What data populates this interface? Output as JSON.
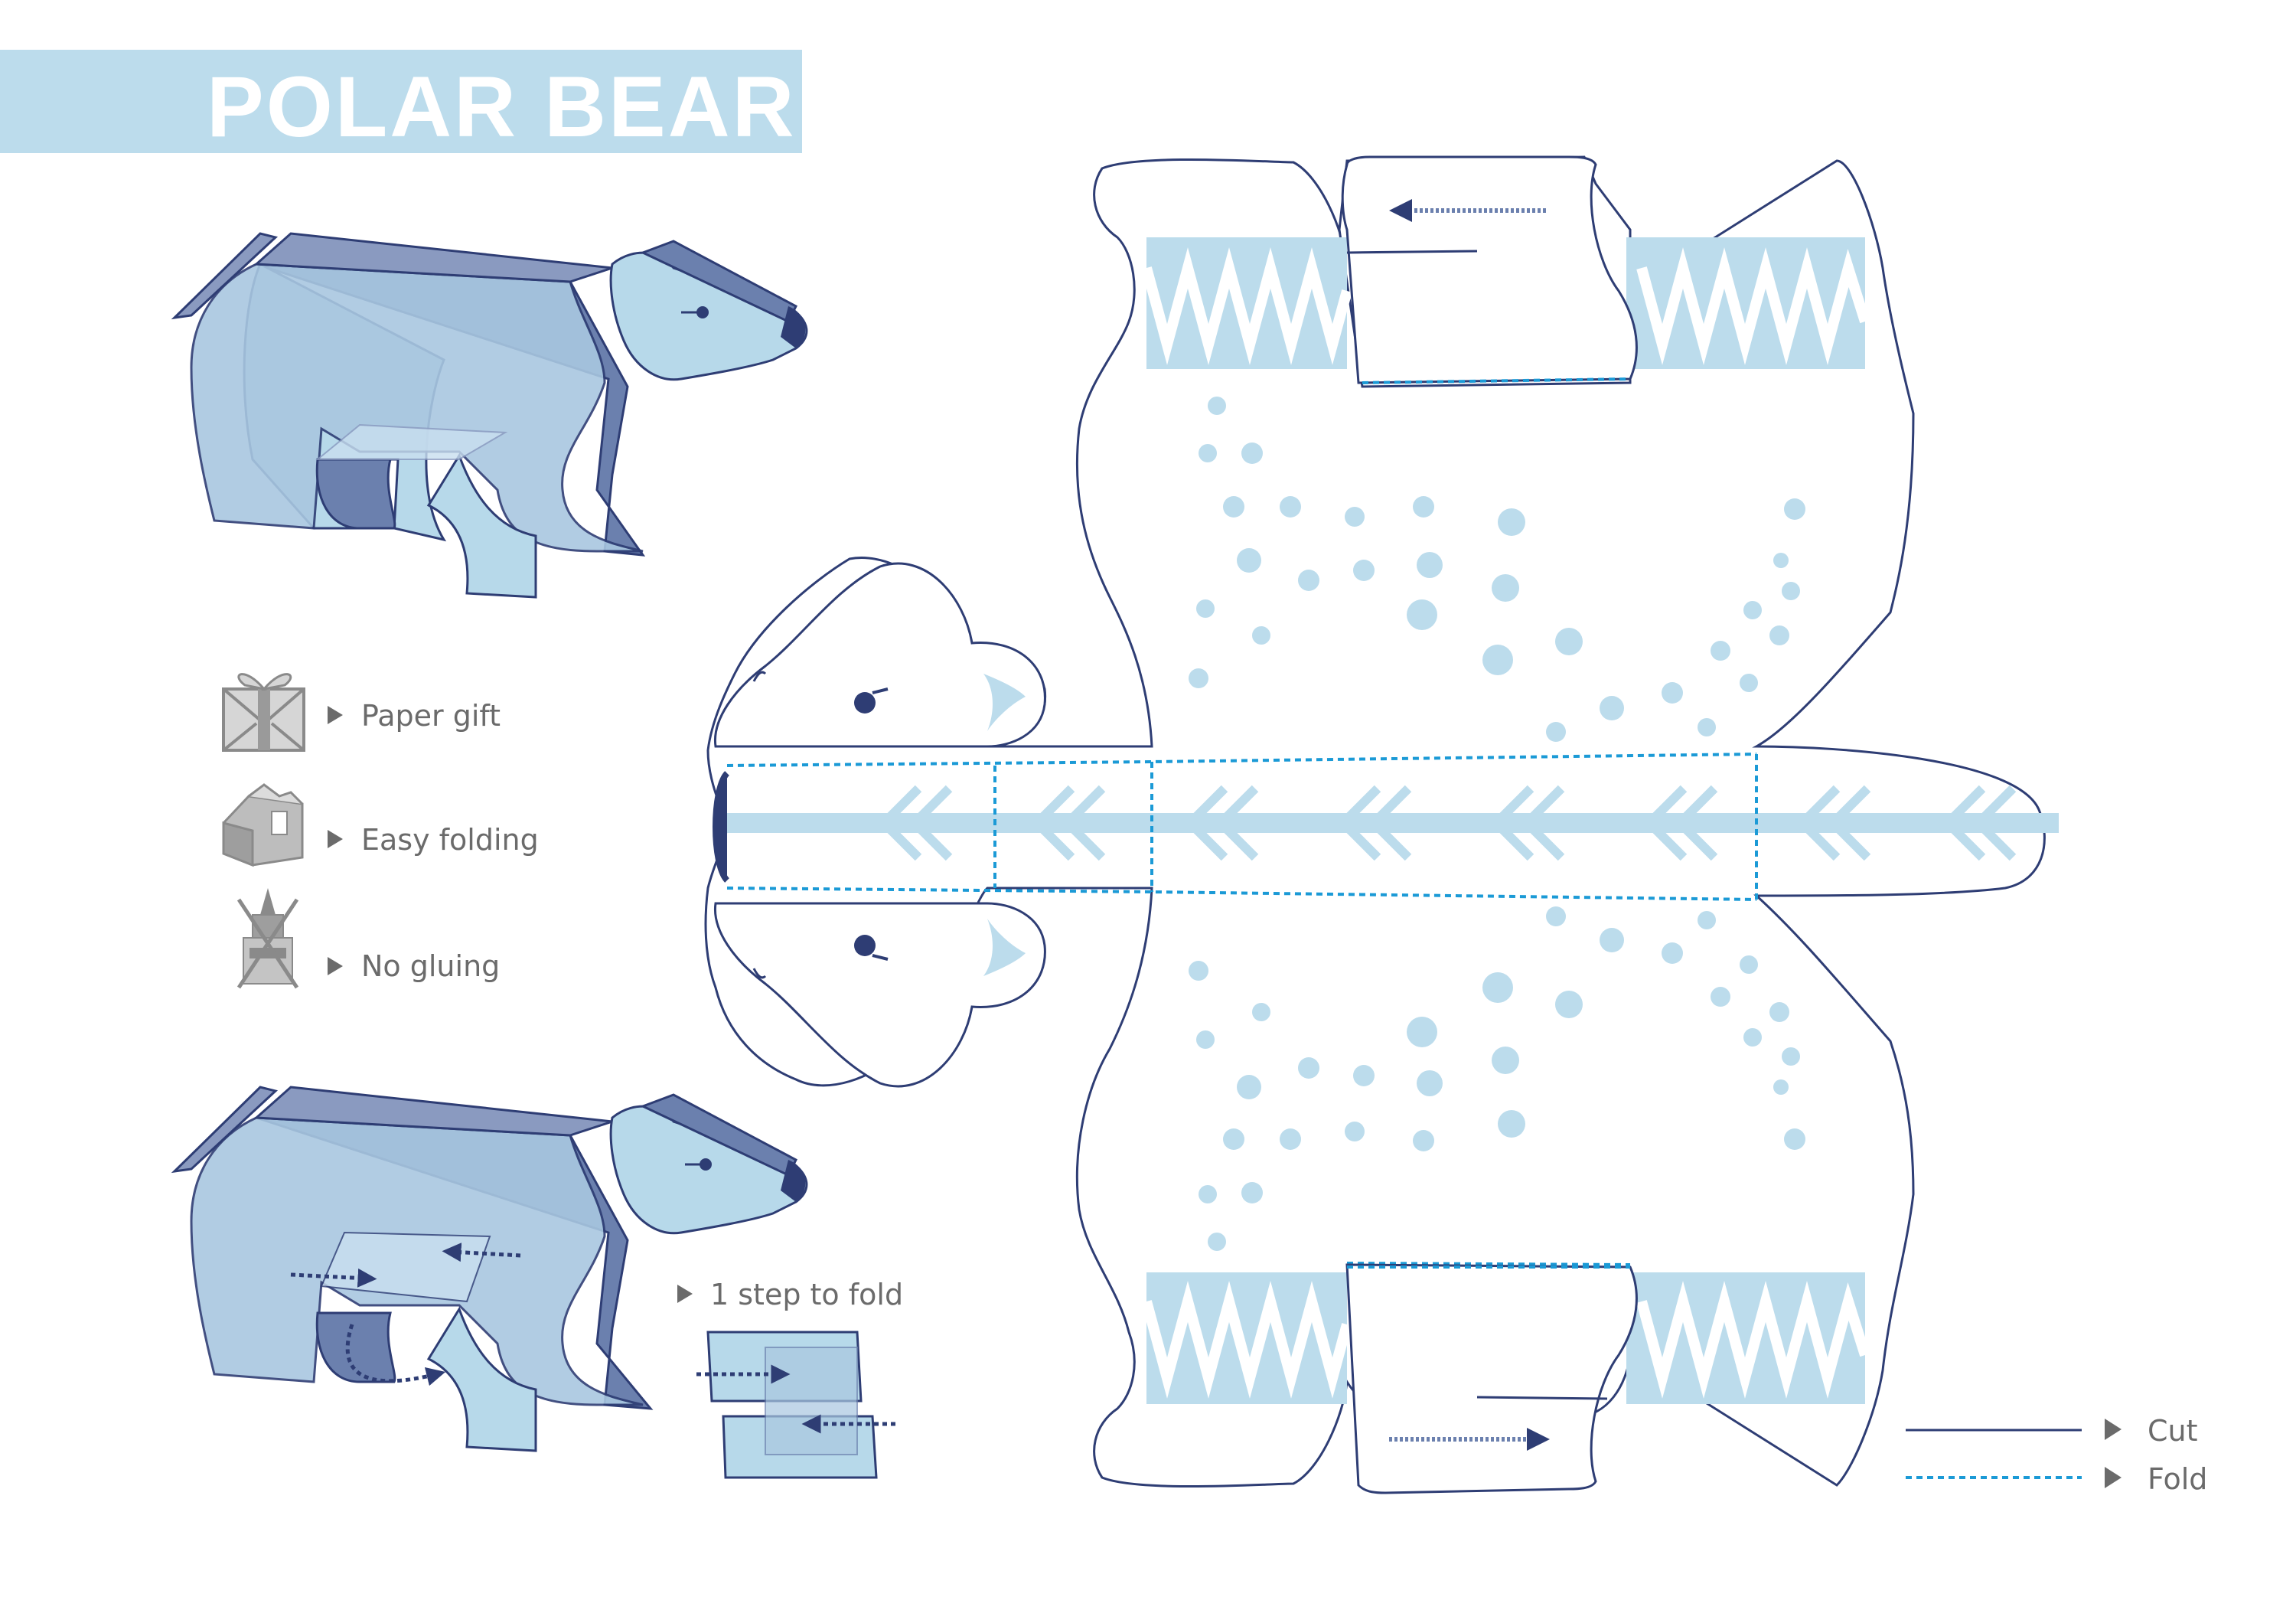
{
  "title": "POLAR BEAR",
  "features": [
    {
      "label": "Paper gift",
      "icon": "gift-box-icon"
    },
    {
      "label": "Easy folding",
      "icon": "house-box-icon"
    },
    {
      "label": "No gluing",
      "icon": "no-glue-icon"
    }
  ],
  "instruction": "1 step to fold",
  "legend": [
    {
      "label": "Cut",
      "line": "solid"
    },
    {
      "label": "Fold",
      "line": "dashed"
    }
  ],
  "colors": {
    "banner": "#bcdcec",
    "body_light": "#b7d9ea",
    "body_mid": "#a9c7e0",
    "body_dark": "#6b80ae",
    "outline": "#2e3d74",
    "fold_line": "#1b9ad6",
    "dots": "#bcdcec",
    "text_gray": "#6b6b6b"
  }
}
